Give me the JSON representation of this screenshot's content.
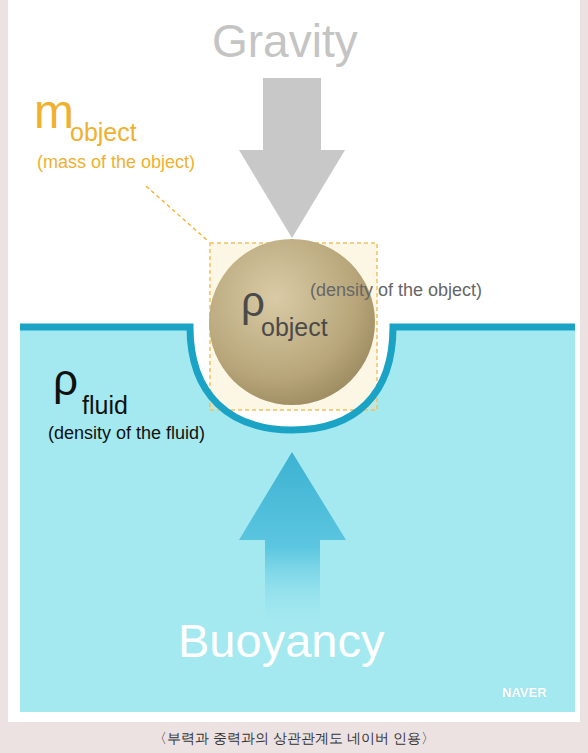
{
  "diagram": {
    "caption": "〈부력과 중력과의 상관관계도 네이버 인용〉",
    "nodes": [
      {
        "text": [
          "ρ",
          "object"
        ]
      }
    ],
    "labels": [
      "Gravity",
      "m",
      "object",
      "(mass of the object)",
      "(density of the object)",
      "ρ",
      "fluid",
      "(density of the fluid)",
      "Buoyancy",
      "NAVER"
    ]
  }
}
